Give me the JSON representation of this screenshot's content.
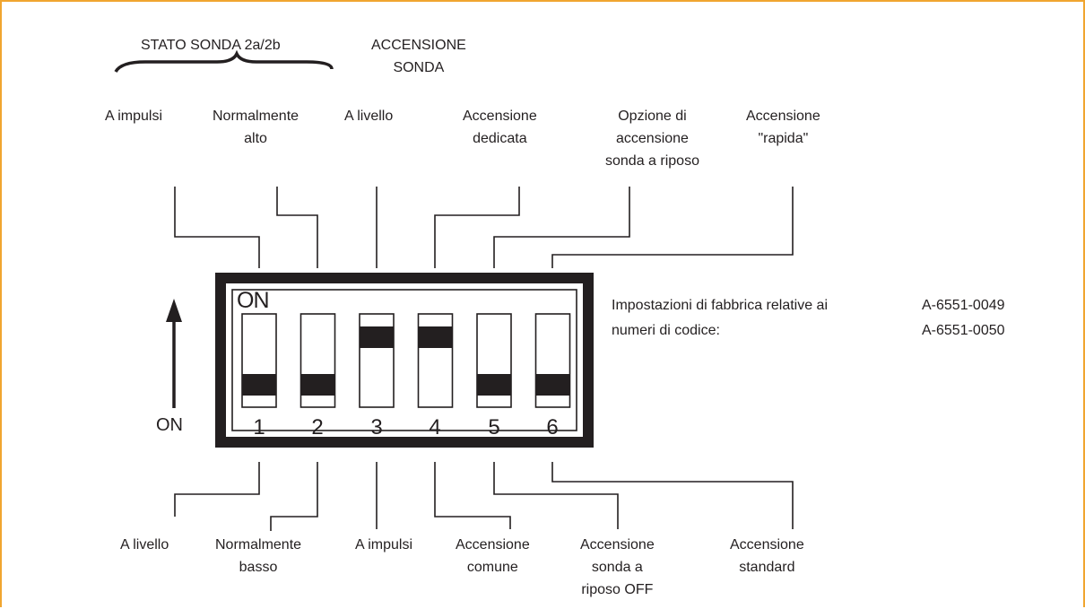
{
  "group_labels": {
    "probe_state": "STATO SONDA 2a/2b",
    "probe_power": [
      "ACCENSIONE",
      "SONDA"
    ]
  },
  "top_labels": [
    [
      "A impulsi"
    ],
    [
      "Normalmente",
      "alto"
    ],
    [
      "A livello"
    ],
    [
      "Accensione",
      "dedicata"
    ],
    [
      "Opzione di",
      "accensione",
      "sonda a riposo"
    ],
    [
      "Accensione",
      "\"rapida\""
    ]
  ],
  "bottom_labels": [
    [
      "A livello"
    ],
    [
      "Normalmente",
      "basso"
    ],
    [
      "A impulsi"
    ],
    [
      "Accensione",
      "comune"
    ],
    [
      "Accensione",
      "sonda a",
      "riposo OFF"
    ],
    [
      "Accensione",
      "standard"
    ]
  ],
  "dip_switch": {
    "on_label": "ON",
    "switch_numbers": [
      "1",
      "2",
      "3",
      "4",
      "5",
      "6"
    ],
    "switch_states": [
      "OFF",
      "OFF",
      "ON",
      "ON",
      "OFF",
      "OFF"
    ]
  },
  "direction_arrow_label": "ON",
  "factory_settings": {
    "text": [
      "Impostazioni di fabbrica relative ai",
      "numeri di codice:"
    ],
    "codes": [
      "A-6551-0049",
      "A-6551-0050"
    ]
  },
  "colors": {
    "frame": "#f0a530",
    "ink": "#231f20"
  }
}
